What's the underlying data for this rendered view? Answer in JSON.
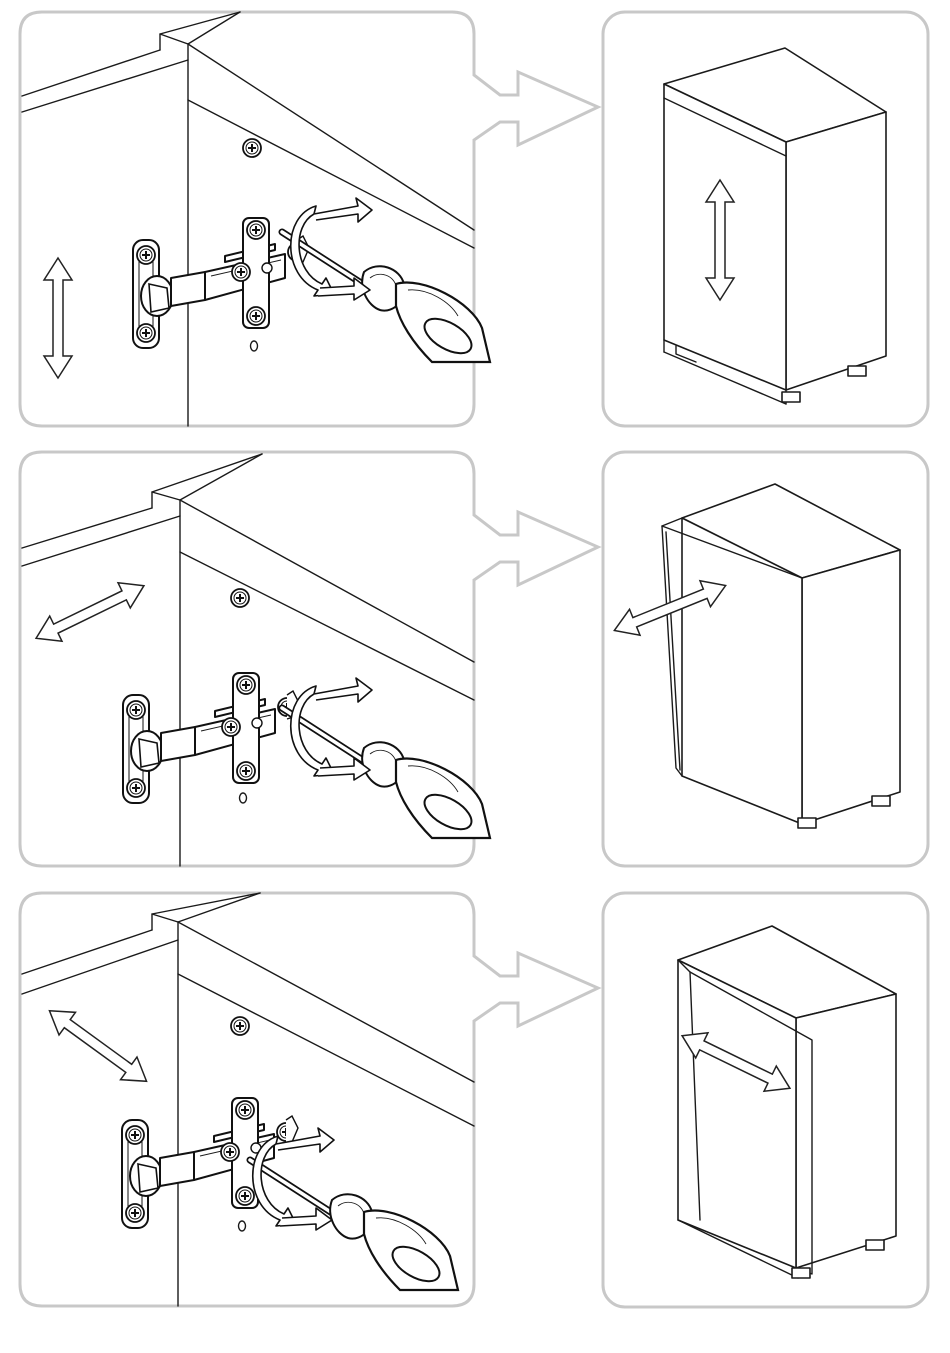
{
  "steps": [
    {
      "id": "vertical",
      "adjustment": "up-down"
    },
    {
      "id": "depth",
      "adjustment": "in-out"
    },
    {
      "id": "lateral",
      "adjustment": "left-right"
    }
  ],
  "colors": {
    "frame": "#c8c8c8",
    "line": "#1a1a1a",
    "background": "#ffffff"
  },
  "icons": [
    "screwdriver-icon",
    "rotation-arrow-icon",
    "double-arrow-icon",
    "hinge-icon",
    "cabinet-icon"
  ]
}
